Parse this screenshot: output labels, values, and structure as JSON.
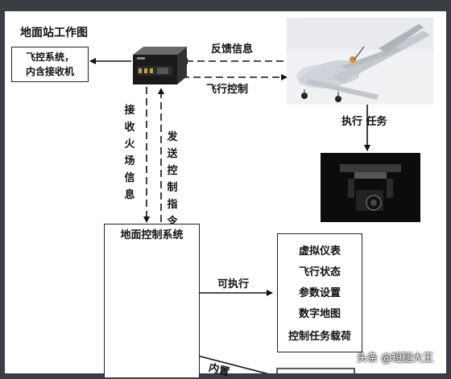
{
  "title": "地面站工作图",
  "flight_box": {
    "line1": "飞控系统，",
    "line2": "内含接收机"
  },
  "feedback_label": "反馈信息",
  "flight_control_label": "飞行控制",
  "execute_task_label": "执行 任务",
  "receive_label": "接收火场信息",
  "send_label": "发送控制指令",
  "ground_control_label": "地面控制系统",
  "executable_label": "可执行",
  "functions": [
    "虚拟仪表",
    "飞行状态",
    "参数设置",
    "数字地图",
    "控制任务载荷"
  ],
  "built_in_label": "内置",
  "watermark": "头条 @短腿大王"
}
